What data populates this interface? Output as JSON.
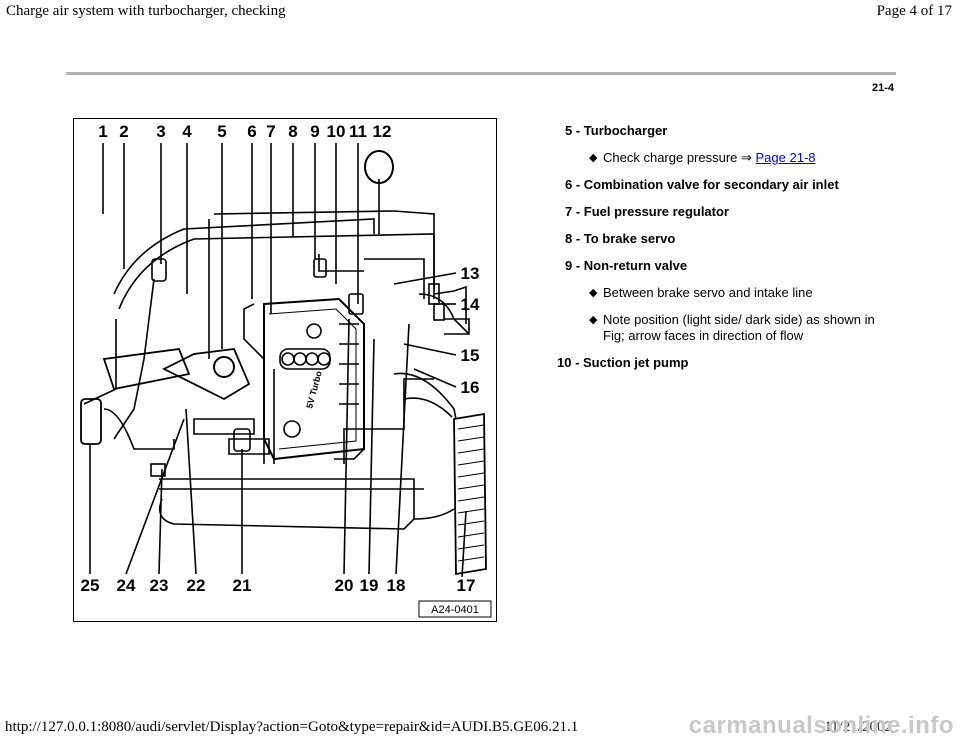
{
  "header": {
    "title": "Charge air system with turbocharger, checking",
    "page": "Page 4 of 17"
  },
  "page_number": "21-4",
  "figure": {
    "top_labels": [
      "1",
      "2",
      "3",
      "4",
      "5",
      "6",
      "7",
      "8",
      "9",
      "10",
      "11",
      "12"
    ],
    "right_labels": [
      "13",
      "14",
      "15",
      "16",
      "17"
    ],
    "bottom_labels": [
      "25",
      "24",
      "23",
      "22",
      "21",
      "20",
      "19",
      "18"
    ],
    "code": "A24-0401",
    "engine_text": "5V Turbo"
  },
  "items": [
    {
      "id": "5",
      "label": "5 - Turbocharger",
      "bullets": [
        {
          "text": "Check charge pressure ⇒ ",
          "link": "Page 21-8"
        }
      ]
    },
    {
      "id": "6",
      "label": "6 - Combination valve for secondary air inlet",
      "bullets": []
    },
    {
      "id": "7",
      "label": "7 - Fuel pressure regulator",
      "bullets": []
    },
    {
      "id": "8",
      "label": "8 - To brake servo",
      "bullets": []
    },
    {
      "id": "9",
      "label": "9 - Non-return valve",
      "bullets": [
        {
          "text": "Between brake servo and intake line"
        },
        {
          "text": "Note position (light side/ dark side) as shown in Fig; arrow faces in direction of flow"
        }
      ]
    },
    {
      "id": "10",
      "label": "10 - Suction jet pump",
      "bullets": []
    }
  ],
  "footer": {
    "url": "http://127.0.0.1:8080/audi/servlet/Display?action=Goto&type=repair&id=AUDI.B5.GE06.21.1",
    "date": "11/21/2002",
    "watermark": "carmanualsonline.info"
  }
}
